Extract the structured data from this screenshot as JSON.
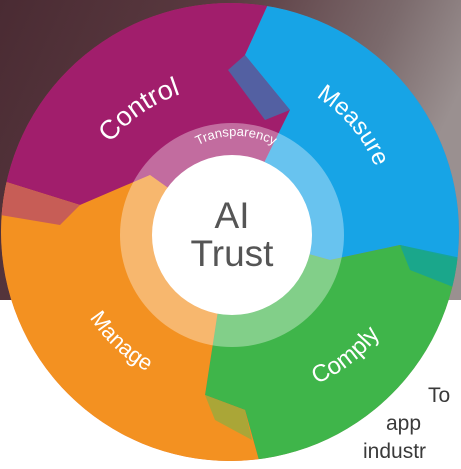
{
  "center": {
    "line1": "AI",
    "line2": "Trust"
  },
  "ring_label": "Transparency",
  "segments": [
    {
      "label": "Control",
      "color": "#a11e6c"
    },
    {
      "label": "Measure",
      "color": "#17a4e6"
    },
    {
      "label": "Comply",
      "color": "#3fb54a"
    },
    {
      "label": "Manage",
      "color": "#f39121"
    }
  ],
  "background_text": [
    "To",
    "app",
    "industr"
  ],
  "colors": {
    "background_top": "#3b2830",
    "background_bottom": "#ffffff"
  }
}
